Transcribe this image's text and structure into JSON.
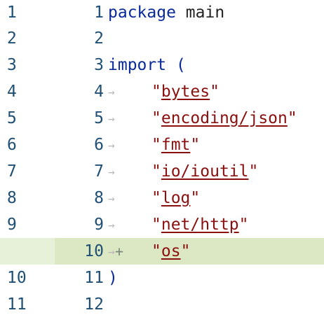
{
  "diff": {
    "lines": [
      {
        "old": "1",
        "new": "1",
        "kind": "keyword-line",
        "keyword": "package",
        "rest": " main"
      },
      {
        "old": "2",
        "new": "2",
        "kind": "blank"
      },
      {
        "old": "3",
        "new": "3",
        "kind": "keyword-line",
        "keyword": "import",
        "rest": " ("
      },
      {
        "old": "4",
        "new": "4",
        "kind": "string-line",
        "string": "bytes"
      },
      {
        "old": "5",
        "new": "5",
        "kind": "string-line",
        "string": "encoding/json"
      },
      {
        "old": "6",
        "new": "6",
        "kind": "string-line",
        "string": "fmt"
      },
      {
        "old": "7",
        "new": "7",
        "kind": "string-line",
        "string": "io/ioutil"
      },
      {
        "old": "8",
        "new": "8",
        "kind": "string-line",
        "string": "log"
      },
      {
        "old": "9",
        "new": "9",
        "kind": "string-line",
        "string": "net/http"
      },
      {
        "old": "",
        "new": "10",
        "added_marker": "+",
        "kind": "string-line",
        "string": "os"
      },
      {
        "old": "10",
        "new": "11",
        "kind": "punct-line",
        "text": ")"
      },
      {
        "old": "11",
        "new": "12",
        "kind": "blank"
      }
    ],
    "tab_glyph": "→",
    "quote": "\"",
    "colors": {
      "keyword": "#0b2a9a",
      "string": "#8a1010",
      "line_number": "#1f4f74",
      "added_background": "#dce8c4"
    }
  }
}
